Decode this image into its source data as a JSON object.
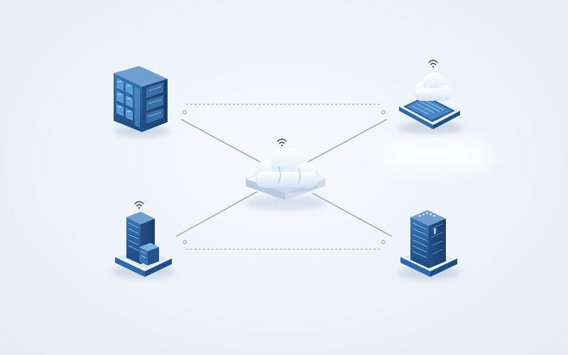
{
  "colors": {
    "background": "#eef2f9",
    "connector": "#7fa3cc",
    "dashed_link": "#8a99ad",
    "node_dot": "#8a99ad",
    "device_dark": "#1f4f86",
    "device_mid": "#3c78b8",
    "device_light": "#8fc0ea",
    "base_top": "#f3f7fc",
    "base_side": "#2f6aa8",
    "cloud_white": "#ffffff",
    "cloud_shade": "#cfe3f6",
    "wifi": "#2b4463"
  },
  "diagram": {
    "type": "network-topology",
    "hub": {
      "id": "central-cloud",
      "icon": "cloud-icon",
      "wireless": true
    },
    "nodes": [
      {
        "id": "server-rack",
        "icon": "server-rack-icon",
        "wireless": false
      },
      {
        "id": "cloud-tablet",
        "icon": "cloud-tablet-icon",
        "wireless": true
      },
      {
        "id": "tower-server",
        "icon": "tower-server-icon",
        "wireless": true
      },
      {
        "id": "storage-server",
        "icon": "storage-server-icon",
        "wireless": false
      }
    ],
    "links": [
      {
        "from": "central-cloud",
        "to": "server-rack",
        "style": "solid"
      },
      {
        "from": "central-cloud",
        "to": "cloud-tablet",
        "style": "solid"
      },
      {
        "from": "central-cloud",
        "to": "tower-server",
        "style": "solid"
      },
      {
        "from": "central-cloud",
        "to": "storage-server",
        "style": "solid"
      },
      {
        "from": "server-rack",
        "to": "cloud-tablet",
        "style": "dashed"
      },
      {
        "from": "tower-server",
        "to": "storage-server",
        "style": "dashed"
      }
    ]
  }
}
